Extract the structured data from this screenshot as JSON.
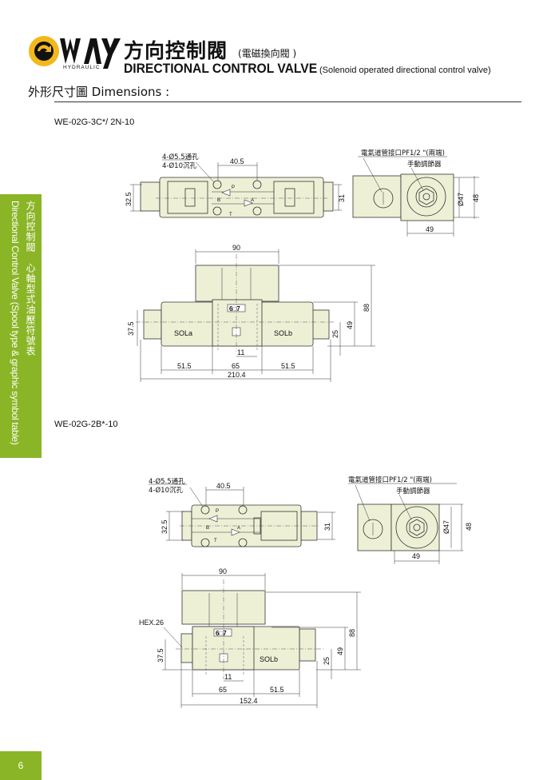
{
  "header": {
    "logo_text": "WAY",
    "logo_sub": "HYDRAULIC",
    "title_zh": "方向控制閥",
    "title_zh_sub": "(電磁換向閥 )",
    "title_en": "DIRECTIONAL CONTROL VALVE",
    "title_en_sub": "(Solenoid operated directional control valve)",
    "section": "外形尺寸圖  Dimensions :"
  },
  "sidebar": {
    "zh": "方向控制閥　心軸型式油壓符號表",
    "en": "Directional Control Valve (Spool type & graphic symbol table)"
  },
  "page_number": "6",
  "colors": {
    "accent": "#8ab526",
    "body": "#eef0d6"
  },
  "drawing1": {
    "model": "WE-02G-3C*/ 2N-10",
    "hole1": "4-Ø5.5通孔",
    "hole2": "4-Ø10沉孔",
    "conduit": "電氣道管接口PF1/2 \"(兩端)",
    "manual": "手動調節器",
    "dims": {
      "d40_5": "40.5",
      "d32_5": "32.5",
      "d31": "31",
      "d47": "Ø47",
      "d48": "48",
      "d49": "49",
      "d90": "90",
      "d88": "88",
      "d37_5": "37.5",
      "d49b": "49",
      "d25": "25",
      "d11": "11",
      "d51_5a": "51.5",
      "d65": "65",
      "d51_5b": "51.5",
      "d210_4": "210.4"
    },
    "ports": {
      "p": "P",
      "t": "T",
      "a": "A",
      "b": "B"
    },
    "sol_a": "SOLa",
    "sol_b": "SOLb",
    "nameplate": "6□7"
  },
  "drawing2": {
    "model": "WE-02G-2B*-10",
    "hole1": "4-Ø5.5通孔",
    "hole2": "4-Ø10沉孔",
    "conduit": "電氣道管接口PF1/2 \"(兩端)",
    "manual": "手動調節器",
    "hex": "HEX.26",
    "dims": {
      "d40_5": "40.5",
      "d32_5": "32.5",
      "d31": "31",
      "d47": "Ø47",
      "d48": "48",
      "d49": "49",
      "d90": "90",
      "d88": "88",
      "d37_5": "37.5",
      "d49b": "49",
      "d25": "25",
      "d11": "11",
      "d65": "65",
      "d51_5": "51.5",
      "d152_4": "152.4"
    },
    "ports": {
      "p": "P",
      "t": "T",
      "a": "A",
      "b": "B"
    },
    "sol_b": "SOLb",
    "nameplate": "6□7"
  }
}
